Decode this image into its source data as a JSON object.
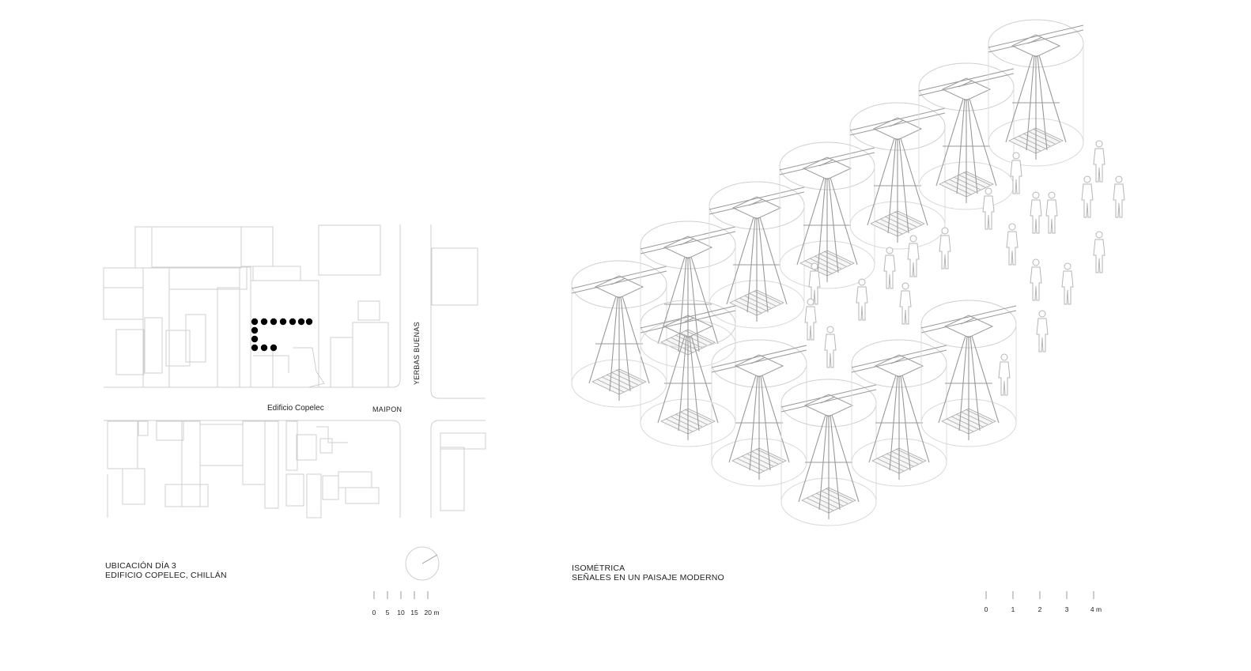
{
  "left_plan": {
    "streets": {
      "vertical": "YERBAS BUENAS",
      "horizontal": "MAIPON"
    },
    "building_label": "Edificio Copelec",
    "caption_line1": "UBICACIÓN DÍA 3",
    "caption_line2": "EDIFICIO COPELEC, CHILLÁN",
    "scale_ticks": [
      "0",
      "5",
      "10",
      "15",
      "20 m"
    ]
  },
  "right_iso": {
    "caption_line1": "ISOMÉTRICA",
    "caption_line2": "SEÑALES EN UN PAISAJE MODERNO",
    "scale_ticks": [
      "0",
      "1",
      "2",
      "3",
      "4 m"
    ]
  },
  "colors": {
    "linework": "#cccccc",
    "ink": "#222222",
    "markers": "#000000"
  }
}
